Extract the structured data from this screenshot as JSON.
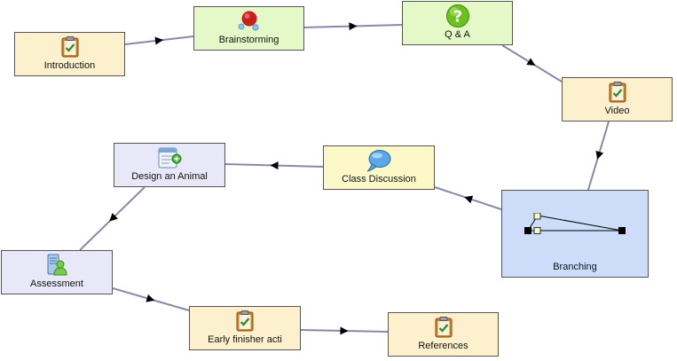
{
  "colors": {
    "activity_tool": "#fdf0cd",
    "collaboration_tool": "#e5f8c8",
    "discussion_tool": "#fdf8c8",
    "assessment_tool": "#e8e8f8",
    "branching": "#cddcf8",
    "connector": "#8a88a8",
    "arrow": "#000000"
  },
  "activities": [
    {
      "id": "introduction",
      "label": "Introduction",
      "icon": "clipboard-icon"
    },
    {
      "id": "brainstorming",
      "label": "Brainstorming",
      "icon": "bubbles-icon"
    },
    {
      "id": "qa",
      "label": "Q & A",
      "icon": "question-icon"
    },
    {
      "id": "video",
      "label": "Video",
      "icon": "clipboard-icon"
    },
    {
      "id": "branching",
      "label": "Branching",
      "icon": "branching-icon"
    },
    {
      "id": "class_discussion",
      "label": "Class Discussion",
      "icon": "speech-bubble-icon"
    },
    {
      "id": "design_animal",
      "label": "Design an Animal",
      "icon": "form-icon"
    },
    {
      "id": "assessment",
      "label": "Assessment",
      "icon": "assessment-icon"
    },
    {
      "id": "early_finisher",
      "label": "Early finisher acti",
      "icon": "clipboard-icon"
    },
    {
      "id": "references",
      "label": "References",
      "icon": "clipboard-icon"
    }
  ],
  "transitions": [
    {
      "from": "introduction",
      "to": "brainstorming"
    },
    {
      "from": "brainstorming",
      "to": "qa"
    },
    {
      "from": "qa",
      "to": "video"
    },
    {
      "from": "video",
      "to": "branching"
    },
    {
      "from": "branching",
      "to": "class_discussion"
    },
    {
      "from": "class_discussion",
      "to": "design_animal"
    },
    {
      "from": "design_animal",
      "to": "assessment"
    },
    {
      "from": "assessment",
      "to": "early_finisher"
    },
    {
      "from": "early_finisher",
      "to": "references"
    }
  ]
}
